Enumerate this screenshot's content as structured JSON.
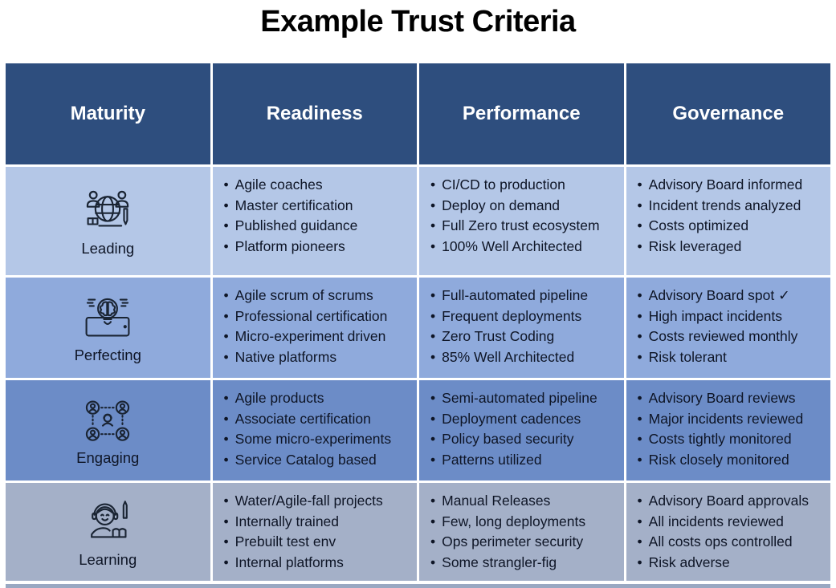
{
  "title": "Example Trust Criteria",
  "colors": {
    "header_bg": "#2E4E7E",
    "header_text": "#FFFFFF",
    "body_text": "#0E1526",
    "grid_line": "#FFFFFF",
    "icon_stroke": "#1A2433",
    "bottom_strip": "#9AA8C2",
    "row_backgrounds": [
      "#B4C7E7",
      "#8FAADC",
      "#6C8CC7",
      "#A4B0C8"
    ]
  },
  "table": {
    "columns": [
      "Maturity",
      "Readiness",
      "Performance",
      "Governance"
    ],
    "rows": [
      {
        "maturity": "Leading",
        "icon": "globe-team-icon",
        "readiness": [
          "Agile coaches",
          "Master certification",
          "Published guidance",
          "Platform pioneers"
        ],
        "performance": [
          "CI/CD to production",
          "Deploy on demand",
          "Full Zero trust ecosystem",
          "100% Well Architected"
        ],
        "governance": [
          "Advisory Board informed",
          "Incident trends analyzed",
          "Costs optimized",
          "Risk leveraged"
        ]
      },
      {
        "maturity": "Perfecting",
        "icon": "idea-brain-icon",
        "readiness": [
          "Agile scrum of scrums",
          "Professional certification",
          "Micro-experiment driven",
          "Native platforms"
        ],
        "performance": [
          "Full-automated pipeline",
          "Frequent deployments",
          "Zero Trust Coding",
          "85% Well Architected"
        ],
        "governance": [
          "Advisory Board spot ✓",
          "High impact incidents",
          "Costs reviewed monthly",
          "Risk tolerant"
        ]
      },
      {
        "maturity": "Engaging",
        "icon": "people-network-icon",
        "readiness": [
          "Agile products",
          "Associate certification",
          "Some micro-experiments",
          "Service Catalog based"
        ],
        "performance": [
          "Semi-automated pipeline",
          "Deployment cadences",
          "Policy based security",
          "Patterns utilized"
        ],
        "governance": [
          "Advisory Board reviews",
          "Major incidents reviewed",
          "Costs tightly monitored",
          "Risk closely monitored"
        ]
      },
      {
        "maturity": "Learning",
        "icon": "student-headset-icon",
        "readiness": [
          "Water/Agile-fall projects",
          "Internally trained",
          "Prebuilt test env",
          "Internal platforms"
        ],
        "performance": [
          "Manual Releases",
          "Few, long deployments",
          "Ops perimeter security",
          "Some strangler-fig"
        ],
        "governance": [
          "Advisory Board approvals",
          "All incidents reviewed",
          "All costs ops controlled",
          "Risk adverse"
        ]
      }
    ]
  }
}
